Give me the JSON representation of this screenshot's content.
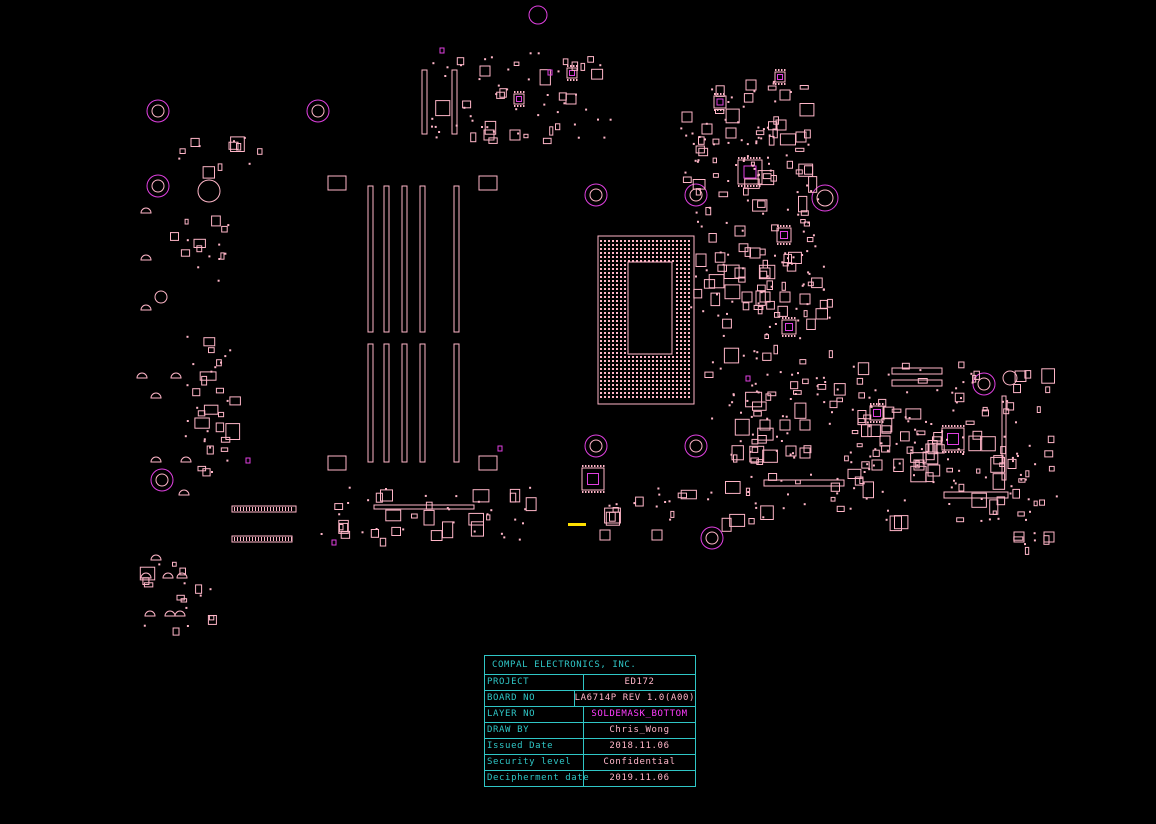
{
  "colors": {
    "background": "#000000",
    "pad_outline": "#ffb6c8",
    "via_ring": "#e040e0",
    "title_block": "#2fc6c6",
    "highlight": "#ffe000"
  },
  "title_block": {
    "company": "COMPAL ELECTRONICS, INC.",
    "rows": [
      {
        "key": "PROJECT",
        "value": "ED172"
      },
      {
        "key": "BOARD NO",
        "value": "LA6714P REV 1.0(A00)"
      },
      {
        "key": "LAYER NO",
        "value": "SOLDEMASK_BOTTOM"
      },
      {
        "key": "DRAW BY",
        "value": "Chris_Wong"
      },
      {
        "key": "Issued Date",
        "value": "2018.11.06"
      },
      {
        "key": "Security level",
        "value": "Confidential"
      },
      {
        "key": "Decipherment date",
        "value": "2019.11.06"
      }
    ]
  }
}
